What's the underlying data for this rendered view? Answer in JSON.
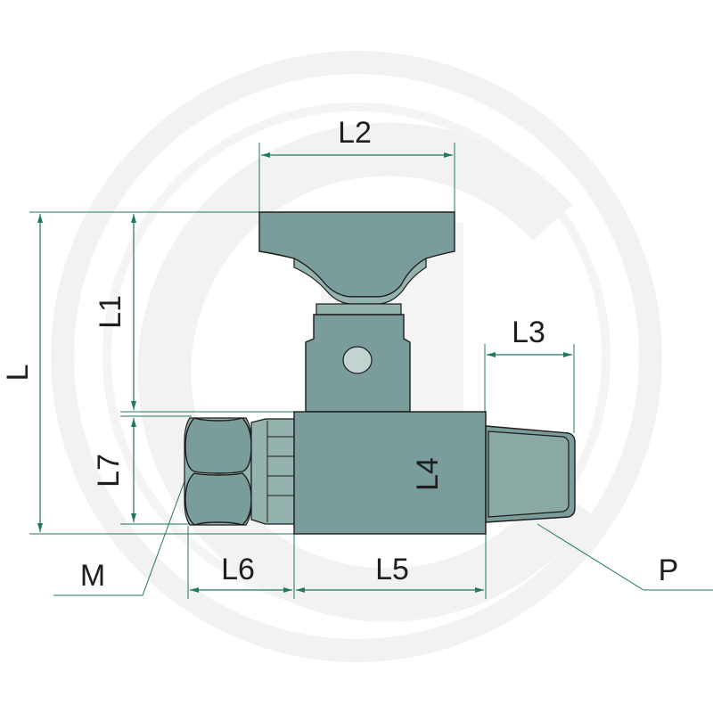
{
  "labels": {
    "L": "L",
    "L1": "L1",
    "L2": "L2",
    "L3": "L3",
    "L4": "L4",
    "L5": "L5",
    "L6": "L6",
    "L7": "L7",
    "M": "M",
    "P": "P"
  },
  "colors": {
    "part_fill": "#7a9c9a",
    "dimension_line": "#1f7a5a",
    "watermark": "#f0f0f0"
  }
}
